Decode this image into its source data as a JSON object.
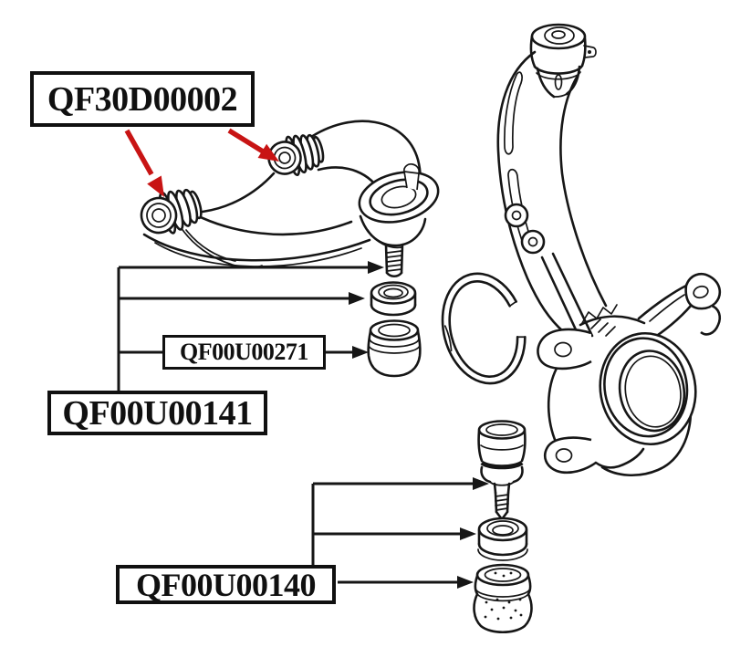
{
  "colors": {
    "background": "#ffffff",
    "line": "#161616",
    "red_arrow": "#c81414",
    "label_text": "#101010",
    "label_border": "#101010"
  },
  "callouts": {
    "upper_bushings": "QF30D00002",
    "upper_boot": "QF00U00271",
    "upper_ball_joint_kit": "QF00U00141",
    "lower_ball_joint_kit": "QF00U00140"
  }
}
